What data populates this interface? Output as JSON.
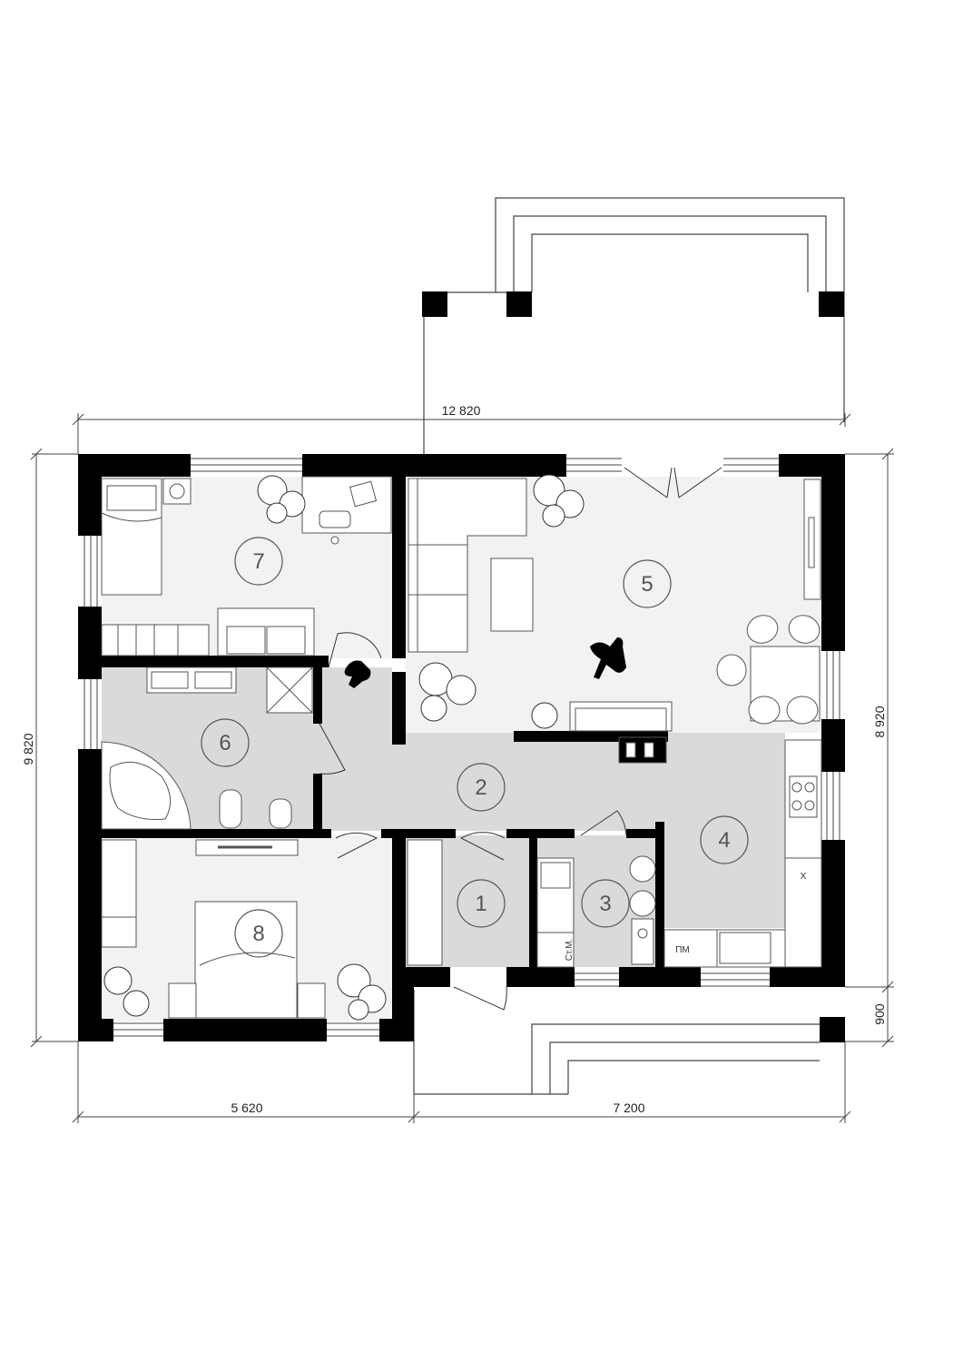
{
  "dimensions": {
    "top_width": "12 820",
    "left_height": "9 820",
    "right_height_main": "8 920",
    "right_height_porch": "900",
    "bottom_left": "5 620",
    "bottom_right": "7 200"
  },
  "rooms": [
    "1",
    "2",
    "3",
    "4",
    "5",
    "6",
    "7",
    "8"
  ],
  "labels": {
    "washer": "Ст.М.",
    "dishwasher": "ПМ",
    "fridge": "Х"
  },
  "colors": {
    "wall": "#000000",
    "room_light": "#f2f2f2",
    "room_dark": "#dadada",
    "line": "#555555"
  }
}
